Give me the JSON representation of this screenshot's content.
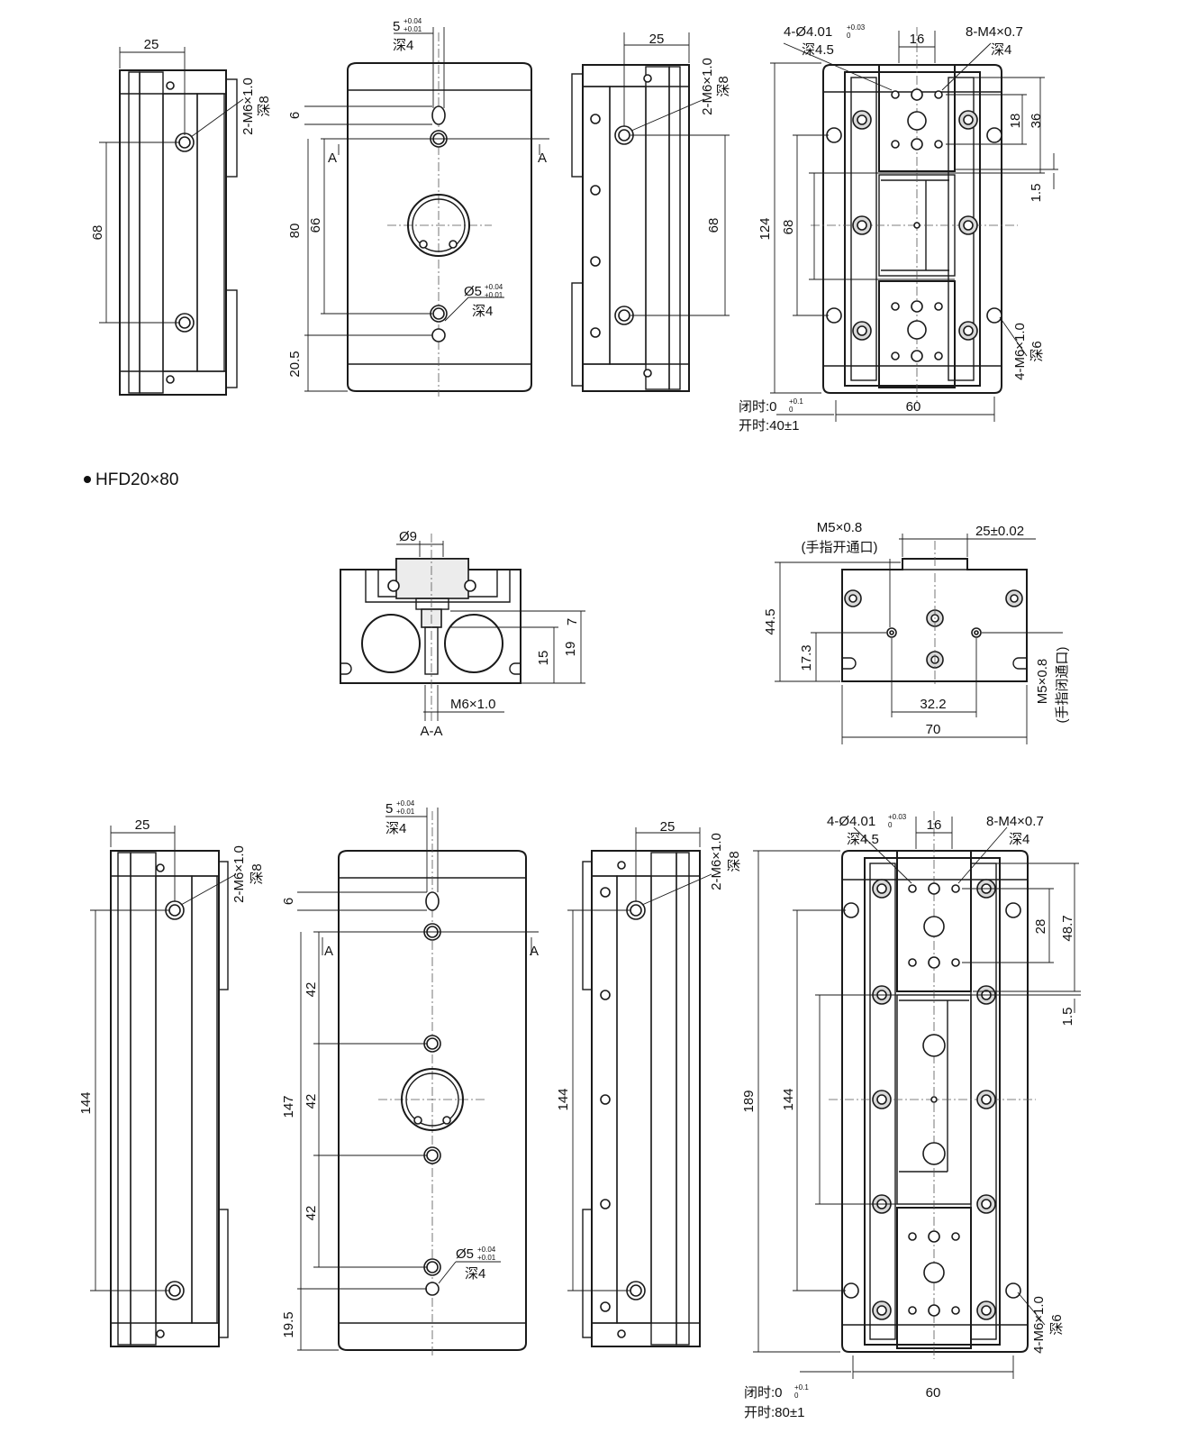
{
  "section_title": "HFD20×80",
  "top": {
    "side_left": {
      "width": "25",
      "hole_pitch": "68",
      "thread": "2-M6×1.0",
      "thread_depth": "深8"
    },
    "front": {
      "pin_top": "5",
      "pin_top_tol_up": "+0.04",
      "pin_top_tol_dn": "+0.01",
      "pin_top_depth": "深4",
      "d6": "6",
      "d80": "80",
      "d66": "66",
      "d205": "20.5",
      "sec_a": "A",
      "pin_dia": "Ø5",
      "pin_tol_up": "+0.04",
      "pin_tol_dn": "+0.01",
      "pin_depth": "深4"
    },
    "side_right": {
      "width": "25",
      "hole_pitch": "68",
      "thread": "2-M6×1.0",
      "thread_depth": "深8"
    },
    "topview": {
      "pin_holes": "4-Ø4.01",
      "pin_tol_up": "+0.03",
      "pin_tol_dn": "0",
      "pin_depth": "深4.5",
      "d16": "16",
      "m4": "8-M4×0.7",
      "m4_depth": "深4",
      "d124": "124",
      "d68": "68",
      "d18": "18",
      "d36": "36",
      "d15": "1.5",
      "m6": "4-M6×1.0",
      "m6_depth": "深6",
      "d60": "60",
      "closed": "闭时:0",
      "closed_tol_up": "+0.1",
      "closed_tol_dn": "0",
      "open": "开时:40±1"
    }
  },
  "mid": {
    "section": {
      "d9": "Ø9",
      "d7": "7",
      "d15": "15",
      "d19": "19",
      "thread": "M6×1.0",
      "label": "A-A"
    },
    "end": {
      "port_open": "M5×0.8",
      "port_open_note": "(手指开通口)",
      "d25": "25±0.02",
      "d445": "44.5",
      "d173": "17.3",
      "d322": "32.2",
      "d70": "70",
      "port_close": "M5×0.8",
      "port_close_note": "(手指闭通口)"
    }
  },
  "bottom": {
    "side_left": {
      "width": "25",
      "hole_pitch": "144",
      "thread": "2-M6×1.0",
      "thread_depth": "深8"
    },
    "front": {
      "pin_top": "5",
      "pin_top_tol_up": "+0.04",
      "pin_top_tol_dn": "+0.01",
      "pin_top_depth": "深4",
      "d6": "6",
      "d147": "147",
      "d42a": "42",
      "d42b": "42",
      "d42c": "42",
      "d195": "19.5",
      "sec_a": "A",
      "pin_dia": "Ø5",
      "pin_tol_up": "+0.04",
      "pin_tol_dn": "+0.01",
      "pin_depth": "深4"
    },
    "side_right": {
      "width": "25",
      "hole_pitch": "144",
      "thread": "2-M6×1.0",
      "thread_depth": "深8"
    },
    "topview": {
      "pin_holes": "4-Ø4.01",
      "pin_tol_up": "+0.03",
      "pin_tol_dn": "0",
      "pin_depth": "深4.5",
      "d16": "16",
      "m4": "8-M4×0.7",
      "m4_depth": "深4",
      "d189": "189",
      "d144": "144",
      "d28": "28",
      "d487": "48.7",
      "d15": "1.5",
      "m6": "4-M6×1.0",
      "m6_depth": "深6",
      "d60": "60",
      "closed": "闭时:0",
      "closed_tol_up": "+0.1",
      "closed_tol_dn": "0",
      "open": "开时:80±1"
    }
  }
}
